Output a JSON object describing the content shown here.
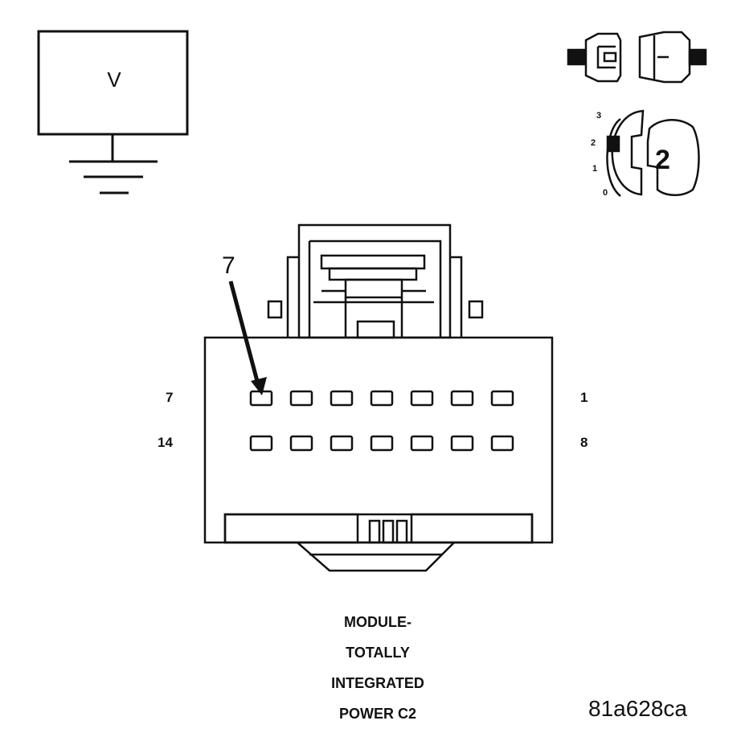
{
  "meter": {
    "label": "V"
  },
  "connector": {
    "pointer_pin_label": "7",
    "row1": {
      "left_label": "7",
      "right_label": "1"
    },
    "row2": {
      "left_label": "14",
      "right_label": "8"
    }
  },
  "ignition": {
    "positions": [
      "3",
      "2",
      "1",
      "0"
    ],
    "selected": "2"
  },
  "caption": [
    "MODULE-",
    "TOTALLY",
    "INTEGRATED",
    "POWER C2"
  ],
  "reference_code": "81a628ca"
}
